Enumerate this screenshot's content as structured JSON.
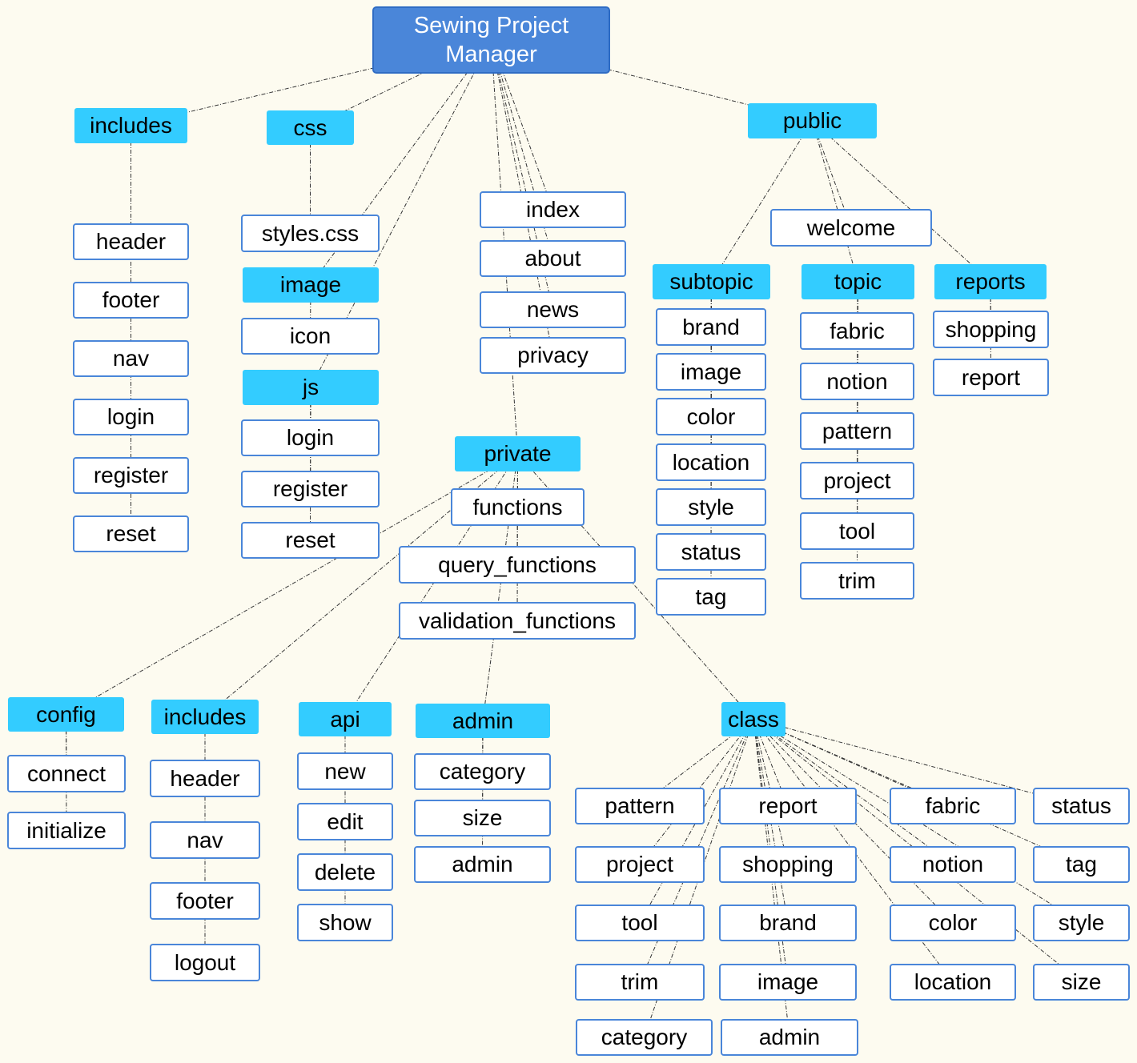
{
  "root": {
    "label": "Sewing Project Manager"
  },
  "top_includes": {
    "label": "includes",
    "items": [
      "header",
      "footer",
      "nav",
      "login",
      "register",
      "reset"
    ]
  },
  "css": {
    "label": "css",
    "items": [
      "styles.css"
    ]
  },
  "image": {
    "label": "image",
    "items": [
      "icon"
    ]
  },
  "js": {
    "label": "js",
    "items": [
      "login",
      "register",
      "reset"
    ]
  },
  "pages": {
    "items": [
      "index",
      "about",
      "news",
      "privacy"
    ]
  },
  "public": {
    "label": "public",
    "welcome": "welcome",
    "subtopic": {
      "label": "subtopic",
      "items": [
        "brand",
        "image",
        "color",
        "location",
        "style",
        "status",
        "tag"
      ]
    },
    "topic": {
      "label": "topic",
      "items": [
        "fabric",
        "notion",
        "pattern",
        "project",
        "tool",
        "trim"
      ]
    },
    "reports": {
      "label": "reports",
      "items": [
        "shopping",
        "report"
      ]
    }
  },
  "private": {
    "label": "private",
    "files": [
      "functions",
      "query_functions",
      "validation_functions"
    ],
    "config": {
      "label": "config",
      "items": [
        "connect",
        "initialize"
      ]
    },
    "includes": {
      "label": "includes",
      "items": [
        "header",
        "nav",
        "footer",
        "logout"
      ]
    },
    "api": {
      "label": "api",
      "items": [
        "new",
        "edit",
        "delete",
        "show"
      ]
    },
    "admin": {
      "label": "admin",
      "items": [
        "category",
        "size",
        "admin"
      ]
    },
    "class": {
      "label": "class",
      "col1": [
        "pattern",
        "project",
        "tool",
        "trim",
        "category"
      ],
      "col2": [
        "report",
        "shopping",
        "brand",
        "image",
        "admin"
      ],
      "col3": [
        "fabric",
        "notion",
        "color",
        "location"
      ],
      "col4": [
        "status",
        "tag",
        "style",
        "size"
      ]
    }
  }
}
